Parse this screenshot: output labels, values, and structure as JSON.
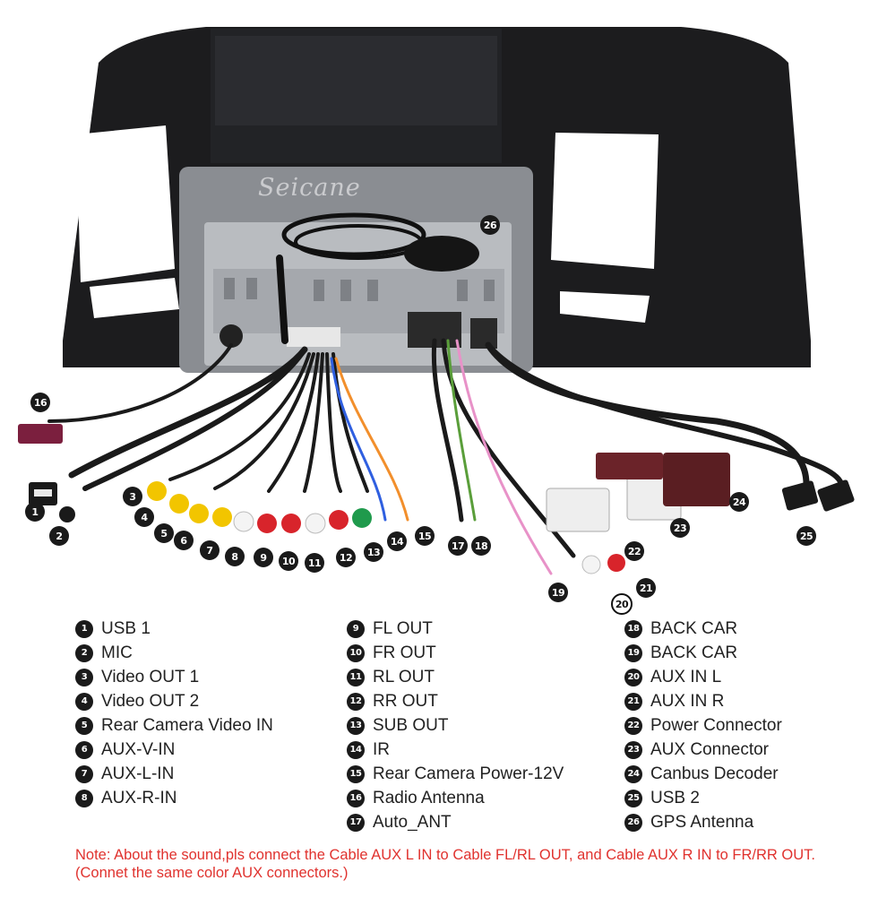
{
  "brand": "Seicane",
  "legend": [
    {
      "num": "1",
      "label": "USB 1"
    },
    {
      "num": "2",
      "label": "MIC"
    },
    {
      "num": "3",
      "label": "Video OUT 1"
    },
    {
      "num": "4",
      "label": "Video OUT 2"
    },
    {
      "num": "5",
      "label": "Rear Camera Video IN"
    },
    {
      "num": "6",
      "label": "AUX-V-IN"
    },
    {
      "num": "7",
      "label": "AUX-L-IN"
    },
    {
      "num": "8",
      "label": "AUX-R-IN"
    },
    {
      "num": "9",
      "label": "FL OUT"
    },
    {
      "num": "10",
      "label": "FR OUT"
    },
    {
      "num": "11",
      "label": "RL OUT"
    },
    {
      "num": "12",
      "label": "RR OUT"
    },
    {
      "num": "13",
      "label": "SUB OUT"
    },
    {
      "num": "14",
      "label": "IR"
    },
    {
      "num": "15",
      "label": "Rear Camera Power-12V"
    },
    {
      "num": "16",
      "label": "Radio Antenna"
    },
    {
      "num": "17",
      "label": "Auto_ANT"
    },
    {
      "num": "18",
      "label": "BACK CAR"
    },
    {
      "num": "19",
      "label": "BACK CAR"
    },
    {
      "num": "20",
      "label": "AUX IN L"
    },
    {
      "num": "21",
      "label": "AUX IN R"
    },
    {
      "num": "22",
      "label": "Power Connector"
    },
    {
      "num": "23",
      "label": "AUX Connector"
    },
    {
      "num": "24",
      "label": "Canbus Decoder"
    },
    {
      "num": "25",
      "label": "USB 2"
    },
    {
      "num": "26",
      "label": "GPS Antenna"
    }
  ],
  "note": "Note: About the sound,pls connect the Cable AUX L IN to Cable FL/RL OUT, and Cable AUX R IN to FR/RR OUT.(Connet the same color AUX connectors.)",
  "colors": {
    "note": "#e0322e",
    "frame": "#1c1c1e",
    "chassis": "#b9bcc0",
    "rca_yellow": "#f2c500",
    "rca_red": "#d8242b",
    "rca_white": "#f4f4f4",
    "rca_green": "#1f9a4c"
  }
}
